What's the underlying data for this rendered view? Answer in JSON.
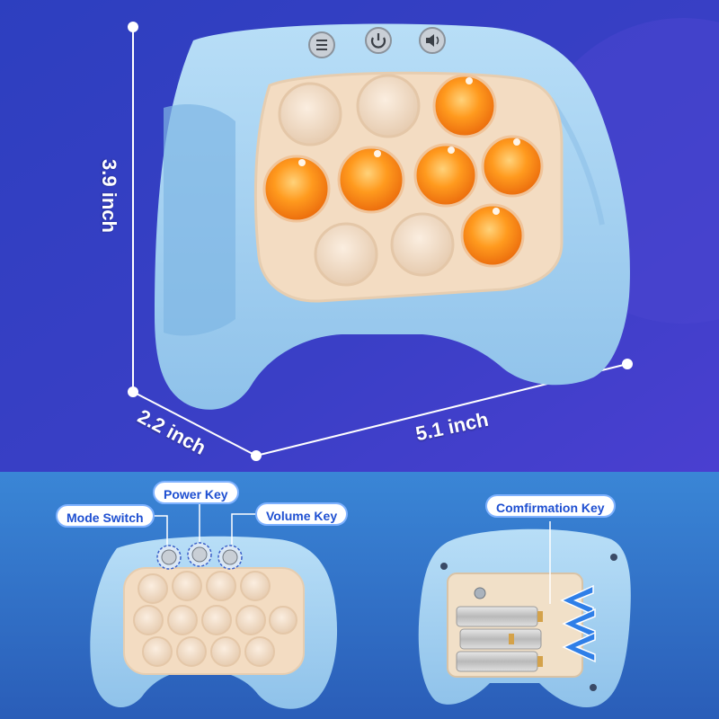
{
  "colors": {
    "background_top": "#3042c4",
    "background_bottom_panel": "#2f6fc4",
    "controller_blue": "#a7d3f3",
    "bubble_cream": "#f2dcc4",
    "bubble_orange": "#ff8a1c",
    "callout_text": "#1e4fd1",
    "callout_border": "#7fb2ff"
  },
  "dimensions": {
    "height": "3.9 inch",
    "depth": "2.2 inch",
    "width": "5.1 inch"
  },
  "callouts": {
    "mode_switch": "Mode Switch",
    "power_key": "Power Key",
    "volume_key": "Volume Key",
    "confirmation_key": "Comfirmation Key"
  },
  "icons": {
    "mode_button": "list-icon",
    "power_button": "power-icon",
    "volume_button": "speaker-icon",
    "battery_arrows": "arrow-icon"
  }
}
